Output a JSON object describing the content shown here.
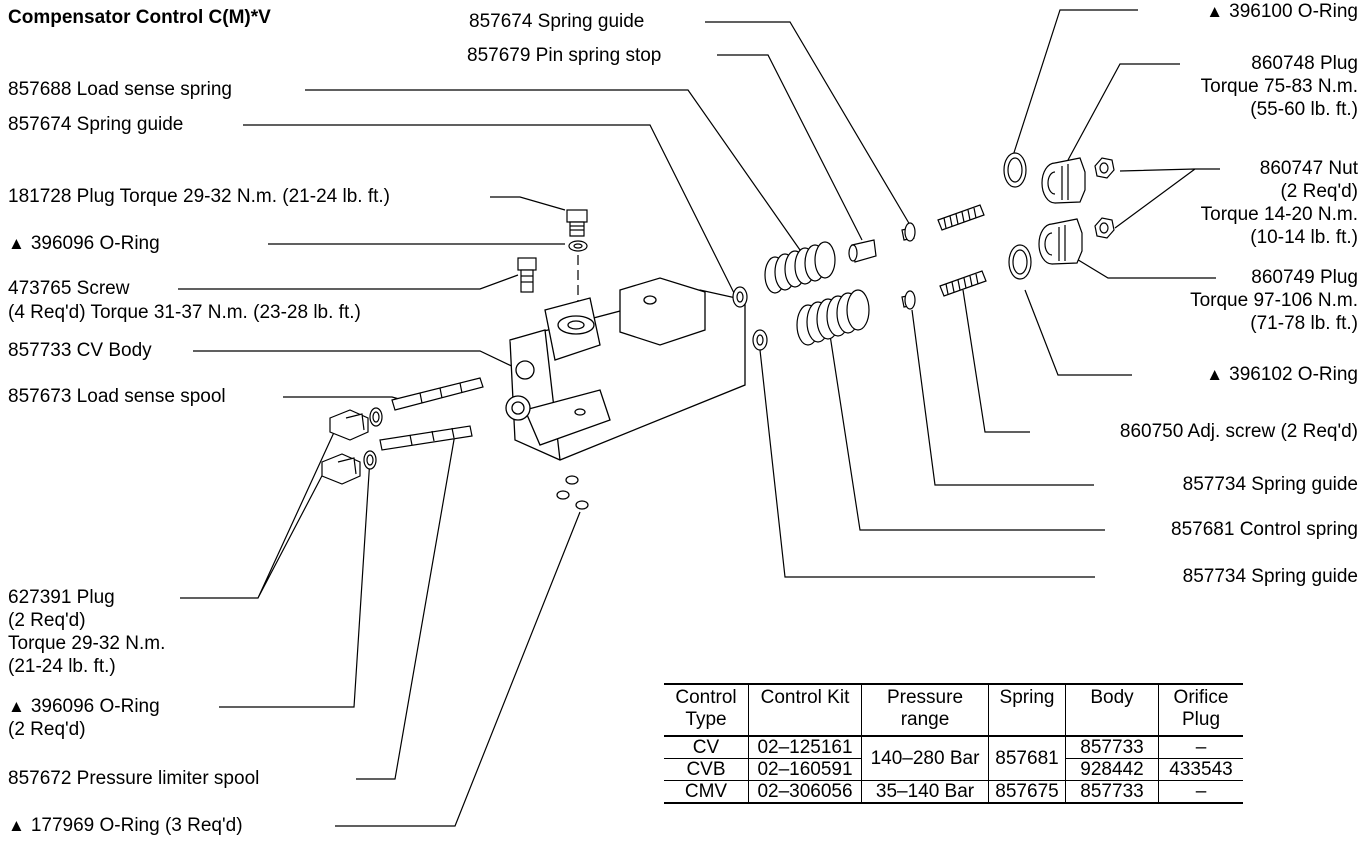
{
  "title": "Compensator Control C(M)*V",
  "labels": {
    "spring_guide_top": "857674 Spring guide",
    "pin_spring_stop": "857679 Pin spring stop",
    "load_sense_spring": "857688 Load sense spring",
    "spring_guide_left": "857674 Spring guide",
    "plug_181728": "181728 Plug Torque 29-32 N.m. (21-24 lb. ft.)",
    "oring_396096_top": "396096 O-Ring",
    "screw_473765_line1": "473765 Screw",
    "screw_473765_line2": "(4 Req'd) Torque 31-37 N.m. (23-28 lb. ft.)",
    "cv_body": "857733 CV Body",
    "load_sense_spool": "857673 Load sense spool",
    "plug_627391_line1": "627391 Plug",
    "plug_627391_line2": "(2 Req'd)",
    "plug_627391_line3": "Torque 29-32 N.m.",
    "plug_627391_line4": "(21-24 lb. ft.)",
    "oring_396096_bottom_line1": "396096 O-Ring",
    "oring_396096_bottom_line2": "(2 Req'd)",
    "pressure_limiter_spool": "857672 Pressure limiter spool",
    "oring_177969": "177969 O-Ring (3 Req'd)",
    "oring_396100": "396100 O-Ring",
    "plug_860748_line1": "860748 Plug",
    "plug_860748_line2": "Torque 75-83 N.m.",
    "plug_860748_line3": "(55-60 lb. ft.)",
    "nut_860747_line1": "860747 Nut",
    "nut_860747_line2": "(2 Req'd)",
    "nut_860747_line3": "Torque 14-20 N.m.",
    "nut_860747_line4": "(10-14 lb. ft.)",
    "plug_860749_line1": "860749 Plug",
    "plug_860749_line2": "Torque  97-106 N.m.",
    "plug_860749_line3": "(71-78 lb. ft.)",
    "oring_396102": "396102 O-Ring",
    "adj_screw_860750": "860750 Adj. screw (2 Req'd)",
    "spring_guide_857734_a": "857734 Spring guide",
    "control_spring_857681": "857681 Control spring",
    "spring_guide_857734_b": "857734 Spring guide"
  },
  "table": {
    "headers": [
      "Control Type",
      "Control Kit",
      "Pressure range",
      "Spring",
      "Body",
      "Orifice Plug"
    ],
    "rows": [
      {
        "type": "CV",
        "kit": "02–125161",
        "pressure": "140–280 Bar",
        "spring": "857681",
        "body": "857733",
        "orifice": "–"
      },
      {
        "type": "CVB",
        "kit": "02–160591",
        "body": "928442",
        "orifice": "433543"
      },
      {
        "type": "CMV",
        "kit": "02–306056",
        "pressure": "35–140 Bar",
        "spring": "857675",
        "body": "857733",
        "orifice": "–"
      }
    ]
  }
}
